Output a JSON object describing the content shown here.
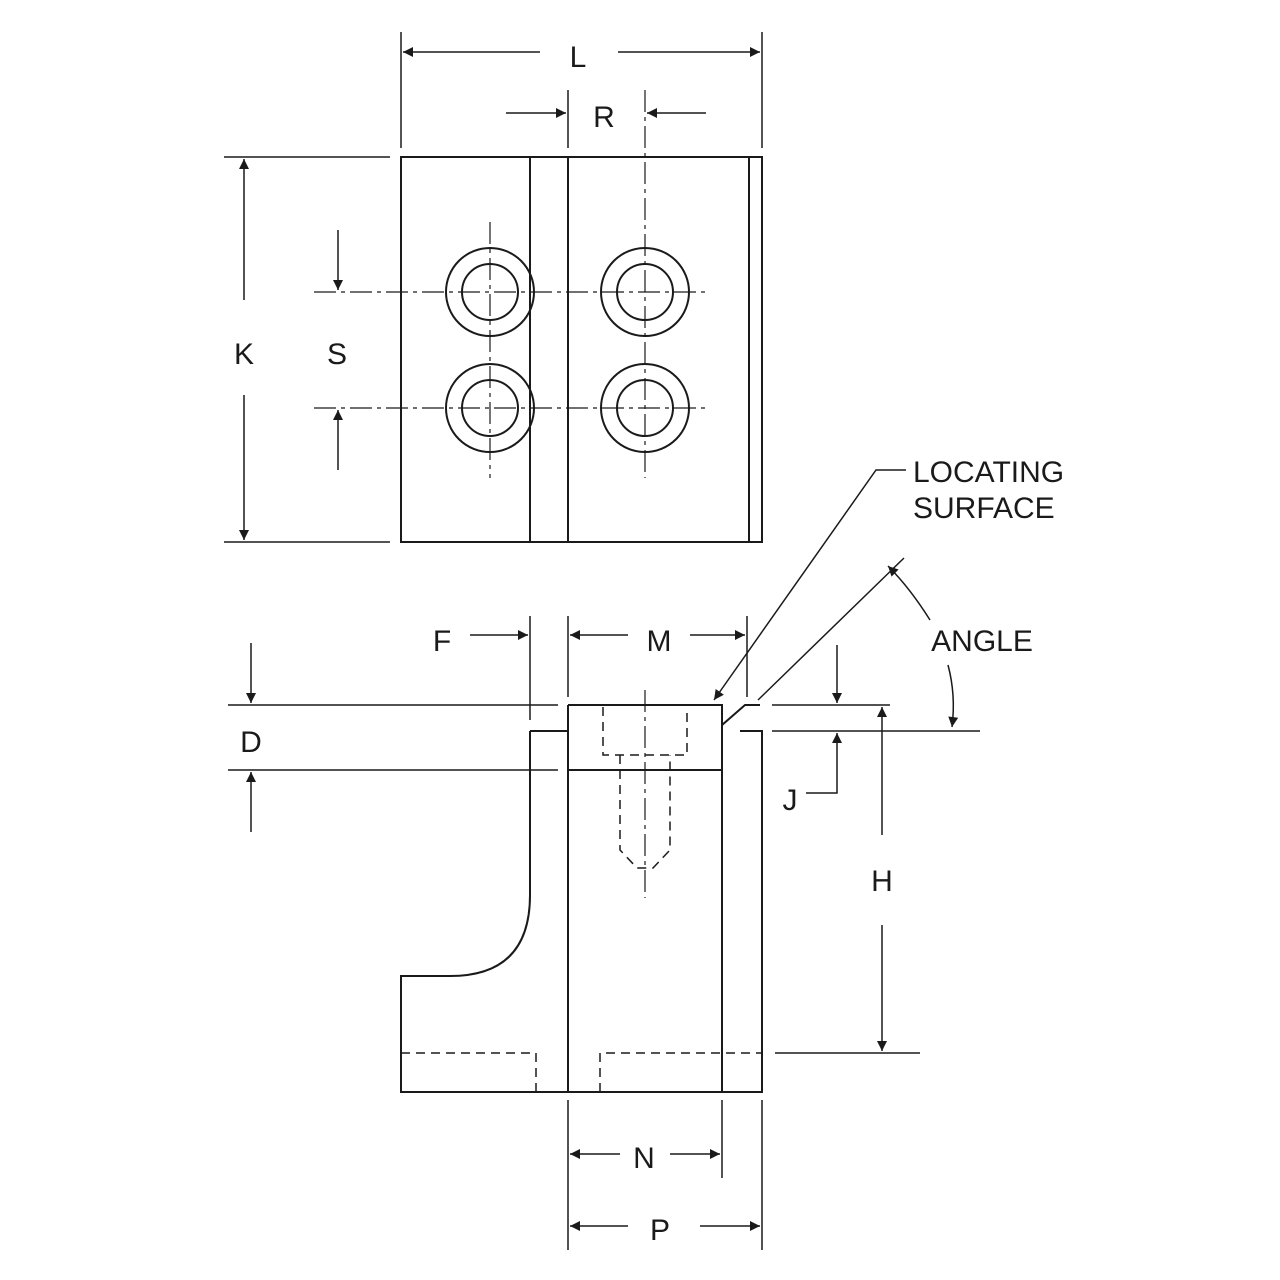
{
  "labels": {
    "L": "L",
    "R": "R",
    "K": "K",
    "S": "S",
    "F": "F",
    "M": "M",
    "D": "D",
    "J": "J",
    "H": "H",
    "N": "N",
    "P": "P",
    "angle": "ANGLE",
    "locating_line1": "LOCATING",
    "locating_line2": "SURFACE"
  }
}
